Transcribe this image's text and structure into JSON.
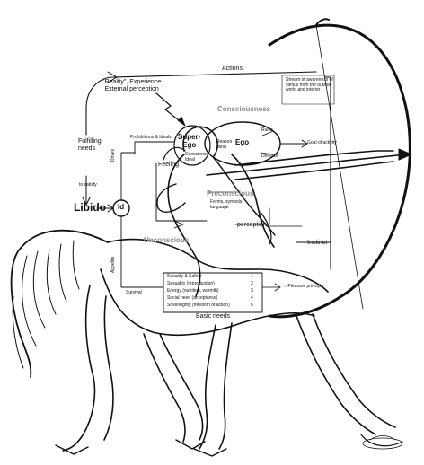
{
  "labels": {
    "actions": "Actions",
    "reality": "\"Reality\", Experience\nExternal perception",
    "consciousness": "Consciousness",
    "consciousness_note": "Stream of awareness of\nstimuli from the outside\nworld and interior",
    "fulfilling_needs": "Fulfilling\nneeds",
    "to_satisfy": "to satisfy",
    "libido": "Libido",
    "id": "Id",
    "super_ego": "Super-\nEgo",
    "super_ego_sub": "Conscience\nIdeal",
    "ego": "Ego",
    "ego_sub": "Reason\nMind",
    "ego_arrow_top": "Rules",
    "ego_arrow_bottom": "Defense",
    "prohibitions": "Prohibitions & Ideals",
    "feeling": "Feeling",
    "preconscious": "Preconscious",
    "preconscious_sub": "Forms, symbols\nlanguage",
    "perception": "perception",
    "instinct": "Instinct",
    "unconscious": "Unconscious",
    "drive_a": "Drives",
    "drive_b": "Appetite",
    "basic_needs": "Basic needs",
    "punishment": "→ Pleasure principle",
    "goal": "Goal of activity",
    "survival": "Survival",
    "needs": [
      "Security & Safety",
      "Sexuality (reproduction)",
      "Energy (nutrition, warmth)",
      "Social need (acceptance)",
      "Sovereignty (freedom of action)"
    ],
    "need_numbers": [
      "1",
      "2",
      "3",
      "4",
      "5"
    ]
  },
  "colors": {
    "ink": "#111111",
    "muted": "#8a8a8a",
    "paper": "#ffffff"
  }
}
